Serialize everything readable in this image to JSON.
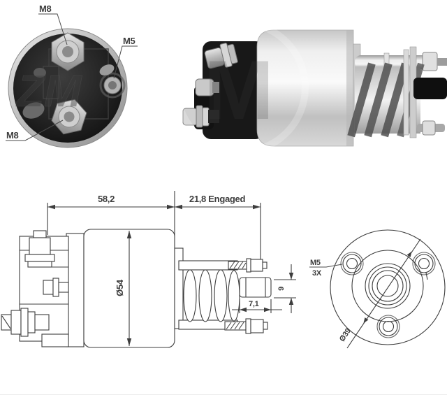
{
  "product_image": {
    "watermark_front": "ZM",
    "watermark_side": "M"
  },
  "photo_front": {
    "label_top_bolt": "M8",
    "label_side_terminal": "M5",
    "label_bottom_bolt": "M8"
  },
  "drawing_side": {
    "dim_body_length": "58,2",
    "dim_engaged_length": "21,8 Engaged",
    "dim_body_diameter": "Ø54",
    "dim_pin_diameter": "9",
    "dim_pin_protrusion": "7,1"
  },
  "drawing_end": {
    "dim_mount_thread": "M5",
    "dim_mount_thread_count": "3X",
    "dim_bolt_circle_diameter": "Ø39"
  },
  "colors": {
    "line": "#3d3d3d",
    "background": "#ffffff",
    "photo_dark": "#1c1c1c",
    "photo_metal": "#d9d9d9"
  }
}
